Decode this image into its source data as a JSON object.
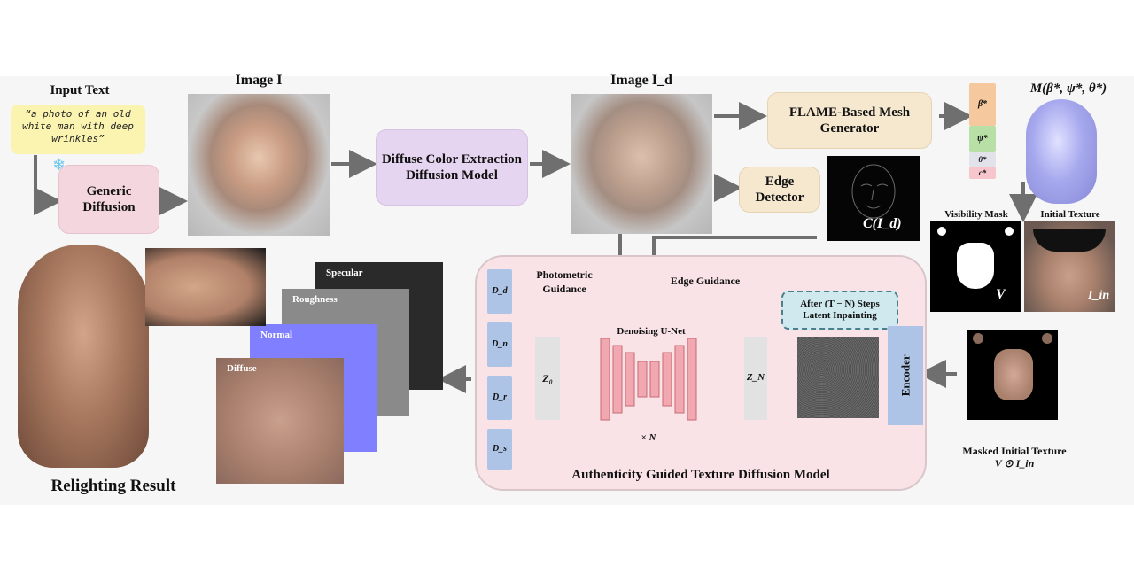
{
  "input": {
    "title": "Input Text",
    "prompt": "“a photo of an old white man with deep wrinkles”"
  },
  "blocks": {
    "generic_diffusion": "Generic Diffusion",
    "diffuse_extraction": "Diffuse Color Extraction Diffusion Model",
    "flame": "FLAME-Based Mesh Generator",
    "edge_detector": "Edge Detector",
    "encoder": "Encoder"
  },
  "images": {
    "image_i": "Image I",
    "image_id": "Image I_d",
    "edge_map": "C(I_d)",
    "mesh": "M(β*, ψ*, θ*)",
    "visibility_mask": "Visibility Mask",
    "visibility_letter": "V",
    "initial_texture": "Initial Texture",
    "initial_letter": "I_in",
    "masked_texture": "Masked Initial Texture",
    "masked_formula": "V ⊙ I_in"
  },
  "params": [
    "β*",
    "ψ*",
    "θ*",
    "c*"
  ],
  "agtdm": {
    "title": "Authenticity Guided Texture Diffusion Model",
    "photometric": "Photometric Guidance",
    "edge_guidance": "Edge Guidance",
    "after_steps": "After (T − N) Steps Latent Inpainting",
    "unet": "Denoising U-Net",
    "z0": "Z₀",
    "zn": "Z_N",
    "times_n": "× N",
    "decoders": [
      "D_d",
      "D_n",
      "D_r",
      "D_s"
    ]
  },
  "maps": [
    "Diffuse",
    "Normal",
    "Roughness",
    "Specular"
  ],
  "result": "Relighting Result",
  "colors": {
    "panel": "#f6f6f6",
    "generic": "#f4d6de",
    "diffuse_model": "#e6d5f0",
    "flame": "#f5e8cf",
    "agtdm": "#f9e3e7",
    "unet": "#f2a8b0",
    "encoder": "#aec4e6",
    "beta": "#f5c89e",
    "psi": "#b8e0a6",
    "theta": "#e2e2ea",
    "c": "#f7c6cc",
    "arrow": "#707070"
  }
}
